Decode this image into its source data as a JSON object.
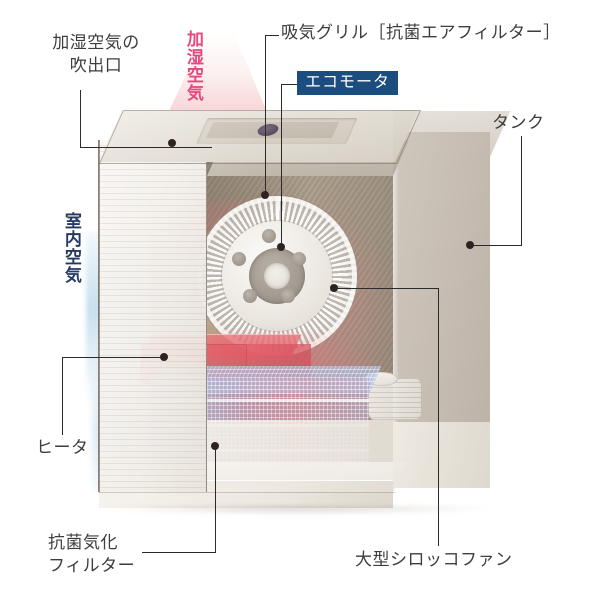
{
  "diagram": {
    "title": "加湿器カットアウェイ図",
    "subject": "humidifier-cutaway"
  },
  "callouts": {
    "outlet": {
      "label": "加湿空気の\n吹出口",
      "name": "humidified-air-outlet"
    },
    "humid_air": {
      "label": "加湿空気",
      "name": "humidified-air-stream",
      "color": "#e4487f",
      "orientation": "vertical"
    },
    "intake_grille": {
      "label": "吸気グリル［抗菌エアフィルター］",
      "name": "intake-grille-antibacterial-air-filter"
    },
    "eco_motor": {
      "label": "エコモータ",
      "name": "eco-motor",
      "style": "boxed",
      "box_color": "#1b4d7e",
      "text_color": "#ffffff"
    },
    "tank": {
      "label": "タンク",
      "name": "water-tank"
    },
    "room_air": {
      "label": "室内空気",
      "name": "room-air-stream",
      "color": "#263a63",
      "orientation": "vertical"
    },
    "heater": {
      "label": "ヒータ",
      "name": "heater"
    },
    "evap_filter": {
      "label": "抗菌気化\nフィルター",
      "name": "antibacterial-evaporative-filter"
    },
    "sirocco_fan": {
      "label": "大型シロッコファン",
      "name": "large-sirocco-fan"
    }
  },
  "colors": {
    "background": "#ffffff",
    "text": "#3d3d3d",
    "leader_line": "#2b2b2b",
    "callout_dot": "#2e2320",
    "humid_air_pink": "#e4487f",
    "room_air_navy": "#263a63",
    "eco_motor_box": "#1b4d7e",
    "body_beige": "#cfc7bd",
    "cavity_brown": "#9b8d79",
    "heater_red": "#e2545e",
    "filter_blue": "#aec1e4"
  },
  "parts": {
    "plume": "humidified-air-plume",
    "lid": "top-lid",
    "outlet_slot": "air-outlet-slot",
    "cavity": "interior-cavity",
    "fan": "sirocco-fan-wheel",
    "hub": "motor-hub",
    "heater_block": "heater-block",
    "filter_block": "evaporative-filter-block",
    "tank_body": "tank-body",
    "nozzle": "tank-cap-nozzle",
    "base": "base-plinth"
  }
}
